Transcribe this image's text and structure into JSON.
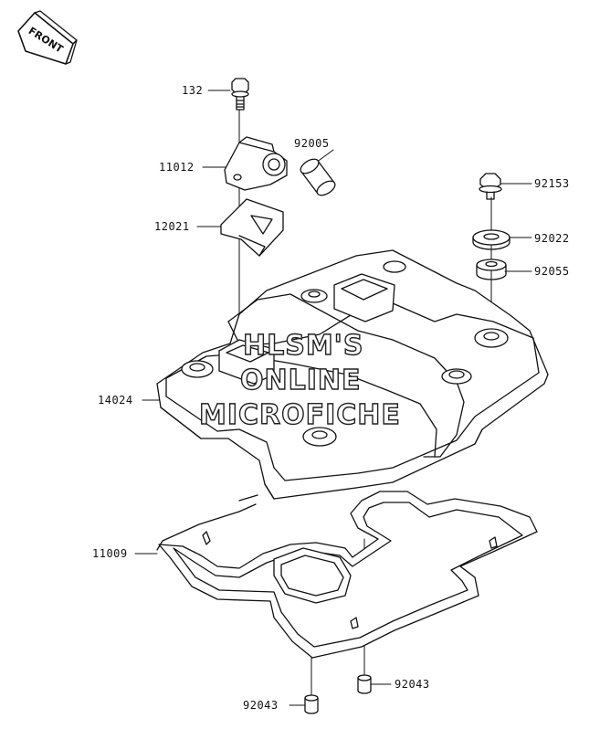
{
  "orientation_badge": {
    "label": "FRONT",
    "icon": "front-arrow-icon"
  },
  "watermark": {
    "line1": "HLSM'S",
    "line2": "ONLINE",
    "line3": "MICROFICHE"
  },
  "parts": {
    "p132": "132",
    "p11012": "11012",
    "p92005": "92005",
    "p12021": "12021",
    "p92153": "92153",
    "p92022": "92022",
    "p92055": "92055",
    "p14024": "14024",
    "p11009": "11009",
    "p92043a": "92043",
    "p92043b": "92043"
  }
}
